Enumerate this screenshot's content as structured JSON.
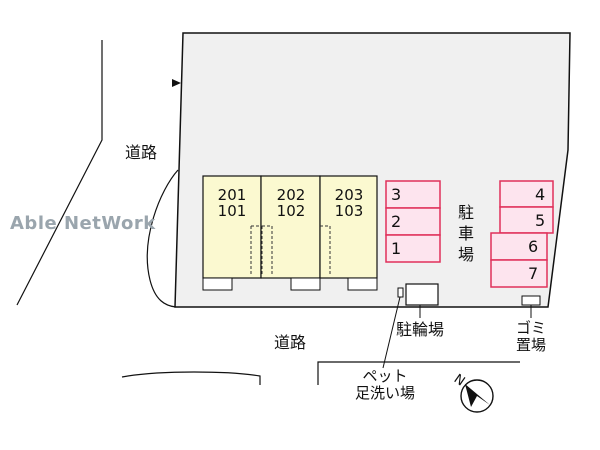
{
  "watermark": "Able NetWork",
  "roads": {
    "road_label_left": "道路",
    "road_label_bottom": "道路"
  },
  "units": [
    {
      "upper": "201",
      "lower": "101"
    },
    {
      "upper": "202",
      "lower": "102"
    },
    {
      "upper": "203",
      "lower": "103"
    }
  ],
  "parking": {
    "label": "駐車場",
    "spaces_left": [
      "3",
      "2",
      "1"
    ],
    "spaces_right": [
      "4",
      "5",
      "6",
      "7"
    ]
  },
  "bicycle_parking_label": "駐輪場",
  "pet_footwash_label": {
    "line1": "ペット",
    "line2": "足洗い場"
  },
  "garbage_label": {
    "line1": "ゴミ",
    "line2": "置場"
  },
  "compass": {
    "letter": "N"
  },
  "colors": {
    "lot": "#f0f0f0",
    "units_fill": "#fbf9d0",
    "parking_fill": "#fde4ee",
    "parking_stroke": "#e0305a",
    "outline": "#111111"
  }
}
